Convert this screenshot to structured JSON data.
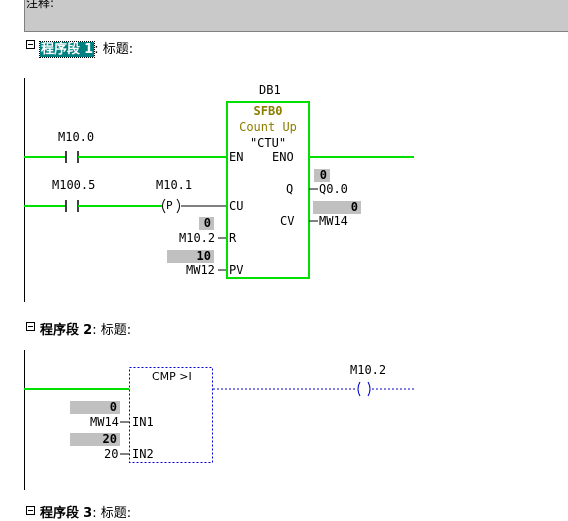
{
  "comment_label": "注释:",
  "networks": [
    {
      "prefix": "程序段",
      "num": "1",
      "title_label": ": 标题:"
    },
    {
      "prefix": "程序段",
      "num": "2",
      "title_label": ": 标题:"
    },
    {
      "prefix": "程序段",
      "num": "3",
      "title_label": ": 标题:"
    }
  ],
  "net1": {
    "db": "DB1",
    "block_name": "SFB0",
    "block_desc": "Count Up",
    "block_symbol": "\"CTU\"",
    "pins": {
      "en": "EN",
      "eno": "ENO",
      "cu": "CU",
      "q": "Q",
      "r": "R",
      "cv": "CV",
      "pv": "PV"
    },
    "contact1": "M10.0",
    "contact2": "M100.5",
    "coil_addr": "M10.1",
    "coil_symbol": "P",
    "r_value": "0",
    "r_addr": "M10.2",
    "pv_value": "10",
    "pv_addr": "MW12",
    "q_value": "0",
    "q_addr": "Q0.0",
    "cv_value": "0",
    "cv_addr": "MW14"
  },
  "net2": {
    "block_name": "CMP >I",
    "in1_pin": "IN1",
    "in2_pin": "IN2",
    "in1_value": "0",
    "in1_addr": "MW14",
    "in2_value": "20",
    "in2_addr": "20",
    "coil_addr": "M10.2"
  },
  "colors": {
    "active": "#00e000",
    "inactive": "#0000cc",
    "value_bg": "#c0c0c0",
    "selection": "#008080"
  }
}
